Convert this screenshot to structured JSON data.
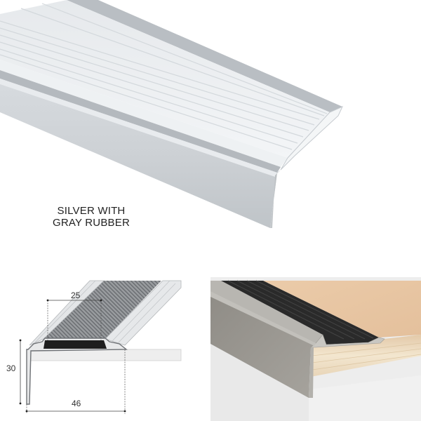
{
  "hero": {
    "caption_line1": "SILVER WITH",
    "caption_line2": "GRAY RUBBER",
    "colors": {
      "aluminium_light": "#e4e8ec",
      "aluminium_mid": "#c9ced3",
      "aluminium_dark": "#a9aeb3",
      "insert_gray": "#dfe3e8"
    }
  },
  "diagram": {
    "dim_insert_width": "25",
    "dim_height": "30",
    "dim_width": "46",
    "colors": {
      "insert": "#1e1e1e",
      "ribbed_surface": "#8a8d90",
      "profile_outline": "#6f7276"
    }
  },
  "photo": {
    "colors": {
      "aluminium": "#a5a39e",
      "rubber": "#2b2b2b",
      "wood_top": "#e8c6a3",
      "wood_edge": "#efdcc0",
      "wall": "#ececec"
    }
  }
}
